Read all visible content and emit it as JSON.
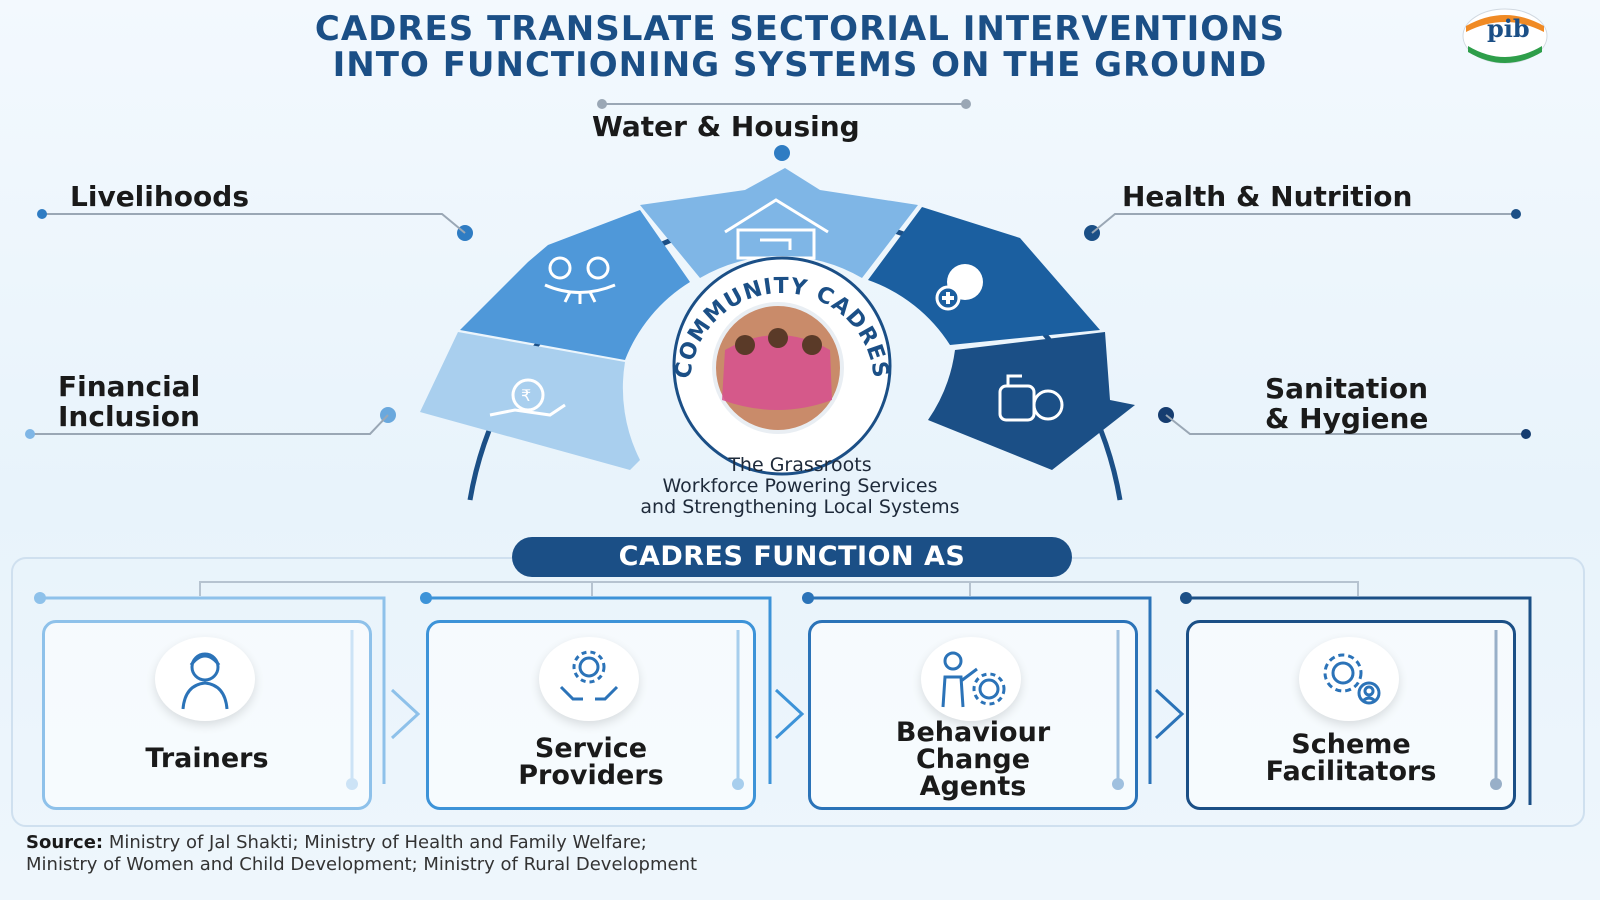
{
  "title": {
    "line1": "CADRES TRANSLATE SECTORIAL INTERVENTIONS",
    "line2": "INTO FUNCTIONING SYSTEMS ON THE GROUND"
  },
  "logo": {
    "text": "pib"
  },
  "sectors": {
    "water_housing": "Water & Housing",
    "livelihoods": "Livelihoods",
    "health_nutrition": "Health & Nutrition",
    "financial_inclusion": "Financial\nInclusion",
    "sanitation_hygiene": "Sanitation\n& Hygiene"
  },
  "center": {
    "arc_text": "COMMUNITY CADRES",
    "caption": "The Grassroots\nWorkforce Powering Services\nand Strengthening Local Systems"
  },
  "functions": {
    "header": "CADRES FUNCTION AS",
    "items": [
      {
        "label": "Trainers",
        "icon": "trainer-icon",
        "color": "#8ec1ea"
      },
      {
        "label": "Service\nProviders",
        "icon": "service-hands-gear-icon",
        "color": "#3d93d8"
      },
      {
        "label": "Behaviour\nChange\nAgents",
        "icon": "person-gear-icon",
        "color": "#2b73b8"
      },
      {
        "label": "Scheme\nFacilitators",
        "icon": "gears-person-icon",
        "color": "#1b4f86"
      }
    ]
  },
  "source": {
    "label": "Source:",
    "text": " Ministry of Jal Shakti; Ministry of Health and Family Welfare;\nMinistry of Women and Child Development; Ministry of Rural Development"
  },
  "colors": {
    "navy": "#1b4f86",
    "dark": "#163d70",
    "mid": "#2f7cc3",
    "light": "#7fb6e6",
    "pale": "#a9cfee"
  }
}
